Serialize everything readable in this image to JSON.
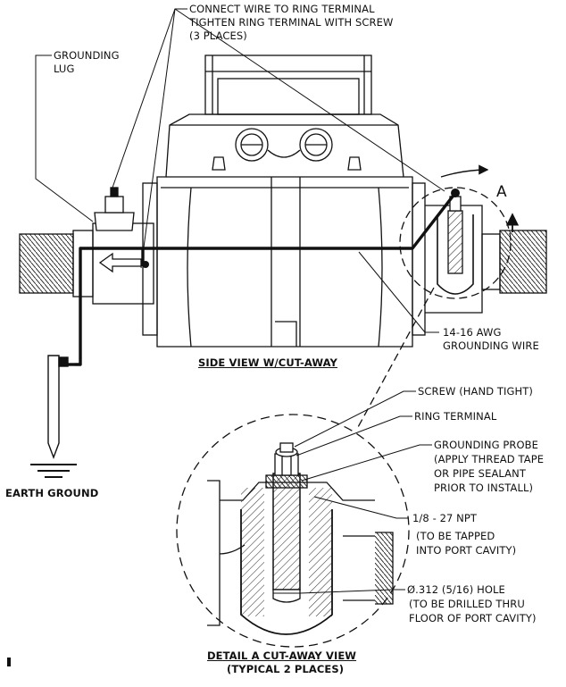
{
  "labels": {
    "connect_wire": "CONNECT WIRE TO RING TERMINAL",
    "tighten_ring": "TIGHTEN RING TERMINAL WITH SCREW",
    "three_places": "(3 PLACES)",
    "grounding_lug_1": "GROUNDING",
    "grounding_lug_2": "LUG",
    "detail_marker": "A",
    "wire_1": "14-16 AWG",
    "wire_2": "GROUNDING WIRE",
    "side_view_title": "SIDE VIEW W/CUT-AWAY",
    "screw": "SCREW (HAND TIGHT)",
    "ring_terminal": "RING TERMINAL",
    "probe_1": "GROUNDING PROBE",
    "probe_2": "(APPLY THREAD TAPE",
    "probe_3": "OR PIPE SEALANT",
    "probe_4": "PRIOR TO INSTALL)",
    "earth_ground": "EARTH GROUND",
    "npt_1": "1/8 - 27 NPT",
    "npt_2": "(TO BE TAPPED",
    "npt_3": "INTO PORT CAVITY)",
    "hole_1": "Ø.312 (5/16) HOLE",
    "hole_2": "(TO BE DRILLED THRU",
    "hole_3": "FLOOR OF PORT CAVITY)",
    "detail_title": "DETAIL A CUT-AWAY VIEW",
    "detail_sub": "(TYPICAL 2 PLACES)"
  }
}
